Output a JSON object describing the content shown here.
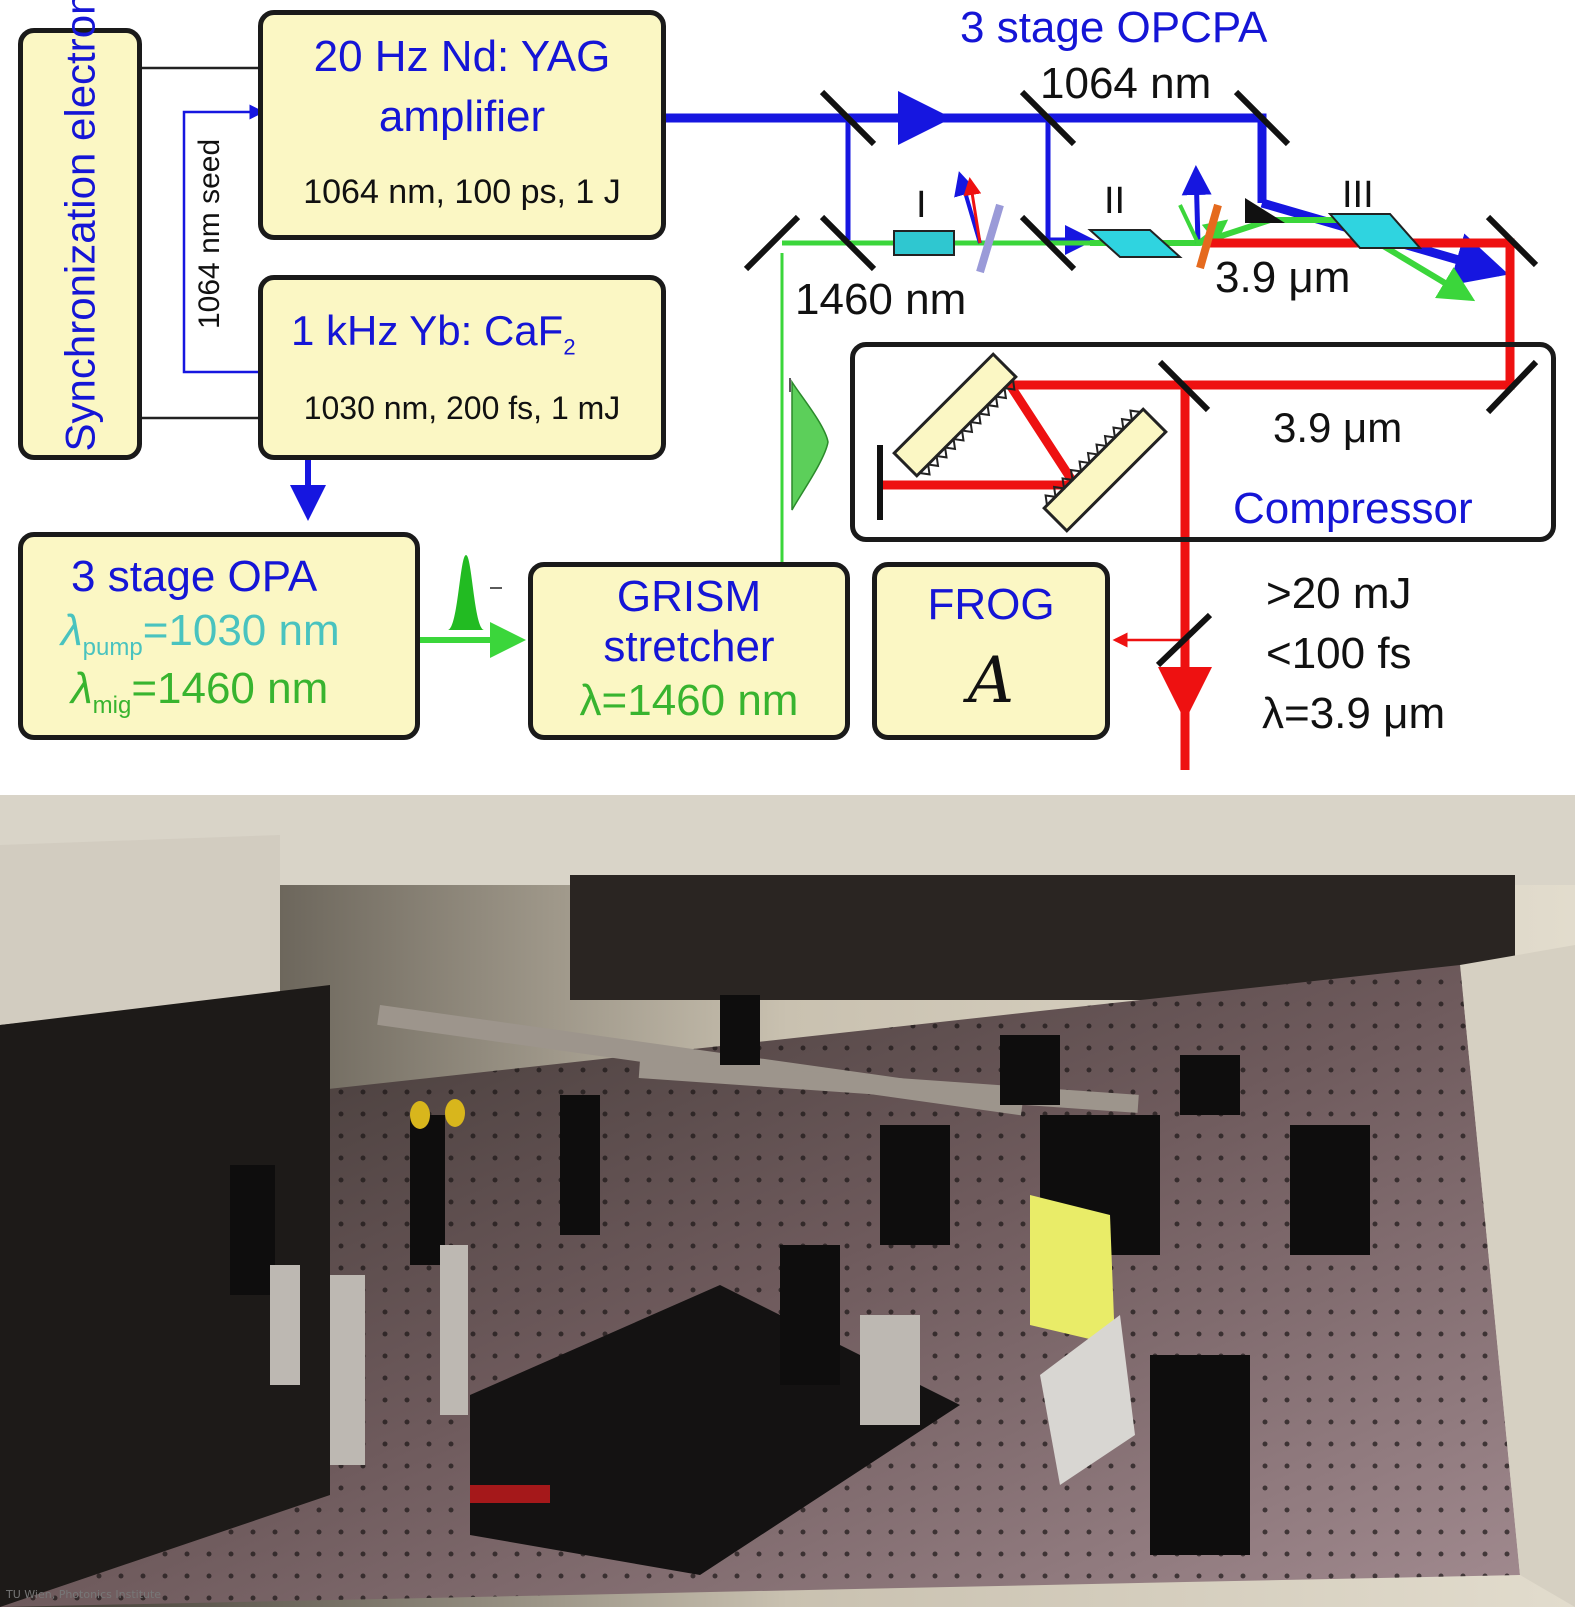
{
  "boxes": {
    "sync": {
      "label": "Synchronization electronics"
    },
    "nd_yag": {
      "title": "20 Hz Nd: YAG amplifier",
      "title_line1": "20 Hz Nd: YAG",
      "title_line2": "amplifier",
      "spec": "1064 nm, 100 ps, 1 J"
    },
    "yb": {
      "title_main": "1 kHz Yb: CaF",
      "title_sub": "2",
      "spec": "1030 nm, 200 fs, 1 mJ"
    },
    "opa": {
      "title": "3 stage OPA",
      "pump_symbol": "λ",
      "pump_sub": "pump",
      "pump_value": "=1030 nm",
      "mig_symbol": "λ",
      "mig_sub": "mig",
      "mig_value": "=1460 nm"
    },
    "grism": {
      "line1": "GRISM",
      "line2": "stretcher",
      "lambda": "λ=1460 nm"
    },
    "frog": {
      "label": "FROG",
      "glyph": "A"
    },
    "compressor": {
      "label": "Compressor",
      "wavelength": "3.9 μm"
    }
  },
  "labels": {
    "seed": "1064 nm seed",
    "opcpa_title": "3 stage OPCPA",
    "pump_wavelength": "1064 nm",
    "signal_wavelength": "1460 nm",
    "idler_wavelength": "3.9 μm",
    "stage1": "I",
    "stage2": "II",
    "stage3": "III"
  },
  "output": {
    "energy": ">20 mJ",
    "duration": "<100 fs",
    "wavelength": "λ=3.9 μm"
  },
  "photo": {
    "watermark": "TU Wien, Photonics Institute"
  },
  "colors": {
    "pump_beam": "#1616e0",
    "signal_beam": "#3bd63b",
    "idler_beam": "#ee1111",
    "box_fill": "#fbf7c4"
  }
}
